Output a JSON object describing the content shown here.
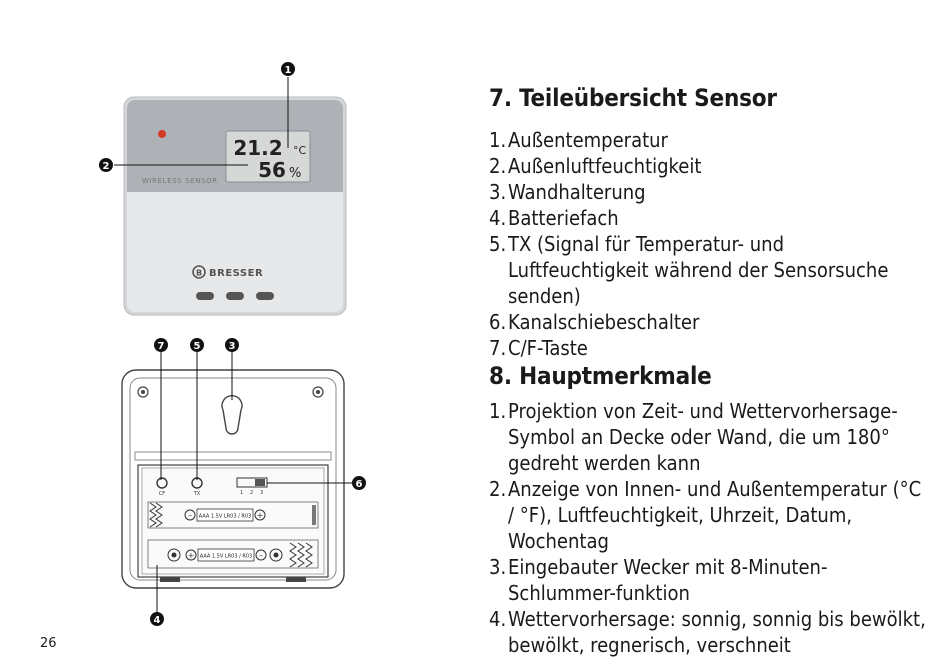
{
  "figure": {
    "display": {
      "temperature": "21.2",
      "temp_unit": "°C",
      "humidity": "56",
      "humidity_unit": "%"
    },
    "device_text": "WIRELESS SENSOR",
    "brand": "BRESSER",
    "switch_labels": [
      "1",
      "2",
      "3"
    ],
    "button_labels": {
      "cf": "CF",
      "tx": "TX"
    },
    "battery_label": "AAA 1.5V LR03 / R03",
    "callouts": [
      "1",
      "2",
      "3",
      "4",
      "5",
      "6",
      "7"
    ]
  },
  "section7": {
    "title": "7. Teileübersicht Sensor",
    "items": [
      {
        "num": "1.",
        "text": "Außentemperatur"
      },
      {
        "num": "2.",
        "text": "Außenluftfeuchtigkeit"
      },
      {
        "num": "3.",
        "text": "Wandhalterung"
      },
      {
        "num": "4.",
        "text": "Batteriefach"
      },
      {
        "num": "5.",
        "text": "TX (Signal für Temperatur- und Luftfeuchtigkeit während der Sensorsuche senden)"
      },
      {
        "num": "6.",
        "text": "Kanalschiebeschalter"
      },
      {
        "num": "7.",
        "text": "C/F-Taste"
      }
    ]
  },
  "section8": {
    "title": "8. Hauptmerkmale",
    "items": [
      {
        "num": "1.",
        "text": "Projektion von Zeit- und Wettervorhersage-Symbol an Decke oder Wand, die um 180° gedreht werden kann"
      },
      {
        "num": "2.",
        "text": "Anzeige von Innen- und Außentemperatur (°C / °F), Luftfeuchtigkeit, Uhrzeit, Datum, Wochentag"
      },
      {
        "num": "3.",
        "text": "Eingebauter Wecker mit 8-Minuten-Schlummer-funktion"
      },
      {
        "num": "4.",
        "text": "Wettervorhersage: sonnig, sonnig bis bewölkt, bewölkt, regnerisch, verschneit"
      }
    ]
  },
  "footer": {
    "page_number": "26"
  }
}
